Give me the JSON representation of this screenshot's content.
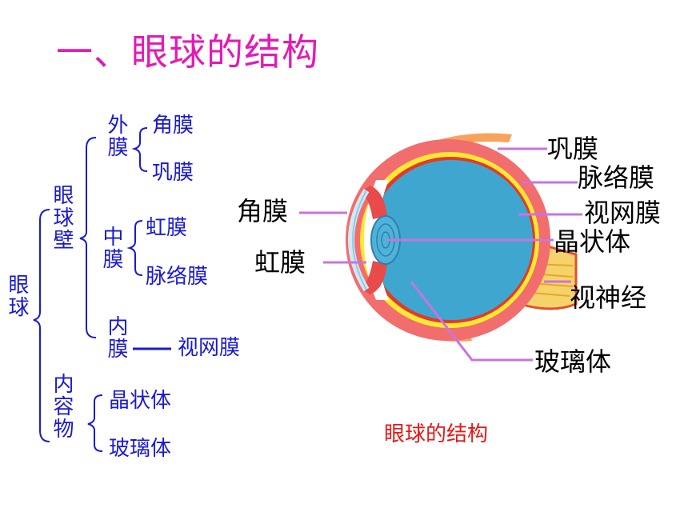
{
  "title": "一、眼球的结构",
  "tree": {
    "root": "眼球",
    "wall": "眼球壁",
    "outer": "外膜",
    "outer_items": [
      "角膜",
      "巩膜"
    ],
    "middle": "中膜",
    "middle_items": [
      "虹膜",
      "脉络膜"
    ],
    "inner": "内膜",
    "inner_item": "视网膜",
    "contents": "内容物",
    "contents_items": [
      "晶状体",
      "玻璃体"
    ]
  },
  "diagram": {
    "labels_right": [
      "巩膜",
      "脉络膜",
      "视网膜",
      "晶状体",
      "视神经",
      "玻璃体"
    ],
    "labels_left": [
      "角膜",
      "虹膜"
    ],
    "caption": "眼球的结构"
  },
  "colors": {
    "title": "#e21bb6",
    "tree_text": "#1a1ad0",
    "leader_line": "#c874e0",
    "sclera": "#f26d6d",
    "choroid": "#ffe833",
    "vitreous": "#3fa7cf",
    "caption": "#e31919"
  }
}
